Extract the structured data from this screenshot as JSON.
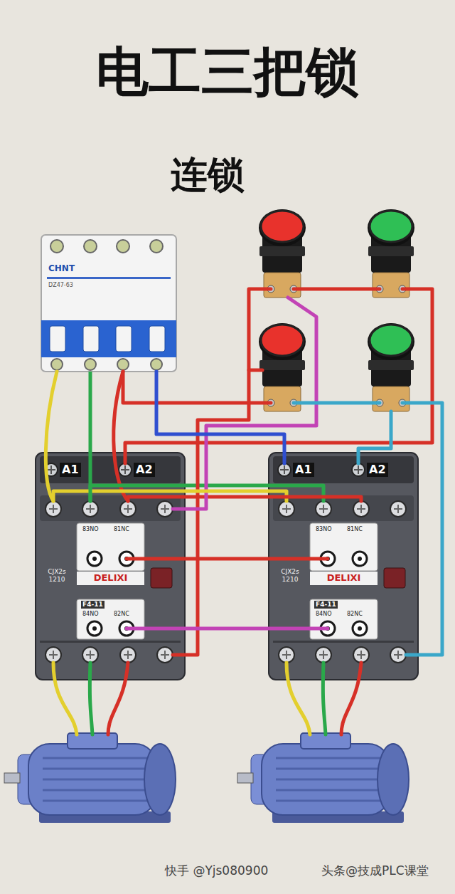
{
  "diagram": {
    "title": "电工三把锁",
    "nodes": [
      {
        "text": [
          "CHNT",
          "DZ47-63"
        ]
      },
      {
        "text": [
          "A1",
          "A2",
          "DELIXI",
          "CJX2s 1210"
        ]
      },
      {
        "text": [
          "83NO",
          "81NC"
        ],
        "in": 1
      },
      {
        "text": [
          "F4-11",
          "84NO",
          "82NC"
        ],
        "in": 1
      },
      {
        "text": [
          "A1",
          "A2",
          "DELIXI",
          "CJX2s 1210"
        ]
      },
      {
        "text": [
          "83NO",
          "81NC"
        ],
        "in": 4
      },
      {
        "text": [
          "F4-11",
          "84NO",
          "82NC"
        ],
        "in": 4
      }
    ],
    "edges": [
      {
        "from": 0,
        "to": 1,
        "arrow": "none"
      },
      {
        "from": 1,
        "to": 4,
        "arrow": "none"
      },
      {
        "from": 2,
        "to": 5,
        "arrow": "none"
      },
      {
        "from": 3,
        "to": 6,
        "arrow": "none"
      }
    ],
    "labels": [
      "连锁",
      "快手 @Yjs080900",
      "头条@技成PLC课堂"
    ]
  }
}
